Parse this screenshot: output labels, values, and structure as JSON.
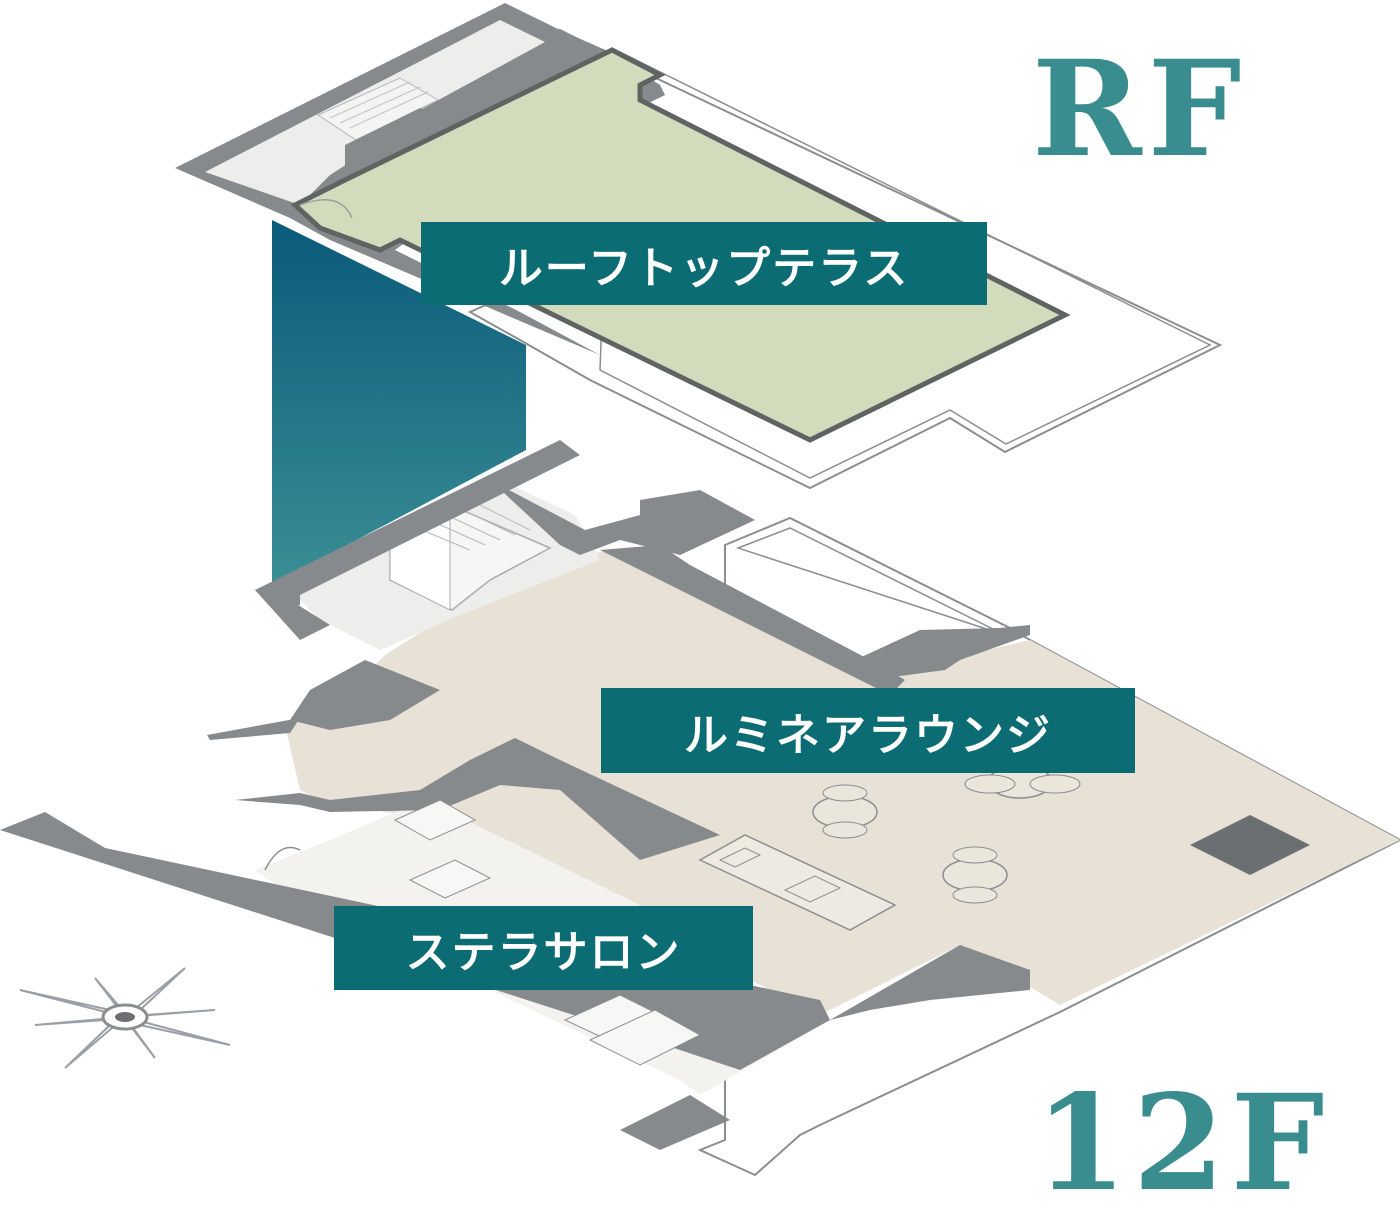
{
  "floors": {
    "upper": "RF",
    "lower": "12F"
  },
  "rooms": {
    "roof_terrace": "ルーフトップテラス",
    "lounge": "ルミネアラウンジ",
    "salon": "ステラサロン"
  },
  "colors": {
    "floor_label": "#3a8d8f",
    "room_label_bg": "#0c6c73",
    "wall": "#868a8c",
    "terrace_green": "#d2dcbd",
    "lounge_floor": "#e7e1d6",
    "service_area": "#ededeb",
    "shaft_top": "#0a5a7a",
    "shaft_bottom": "#3a8e94",
    "compass": "#9aa0a6"
  }
}
